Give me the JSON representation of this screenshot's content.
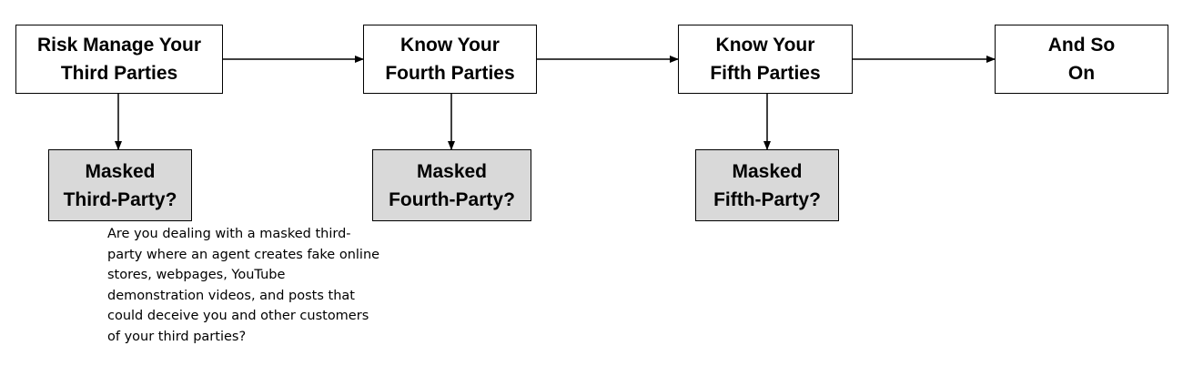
{
  "main_boxes": [
    {
      "lines": [
        "Risk Manage Your",
        "Third Parties"
      ]
    },
    {
      "lines": [
        "Know Your",
        "Fourth Parties"
      ]
    },
    {
      "lines": [
        "Know Your",
        "Fifth Parties"
      ]
    },
    {
      "lines": [
        "And So",
        "On"
      ]
    }
  ],
  "masked_boxes": [
    {
      "lines": [
        "Masked",
        "Third-Party?"
      ]
    },
    {
      "lines": [
        "Masked",
        "Fourth-Party?"
      ]
    },
    {
      "lines": [
        "Masked",
        "Fifth-Party?"
      ]
    }
  ],
  "note": {
    "lines": [
      "Are you dealing with a masked third-",
      "party where an agent creates fake online",
      "stores, webpages, YouTube",
      "demonstration videos, and posts that",
      "could deceive you and other customers",
      "of your third parties?"
    ]
  },
  "colors": {
    "masked_fill": "#d9d9d9",
    "line": "#000000"
  }
}
